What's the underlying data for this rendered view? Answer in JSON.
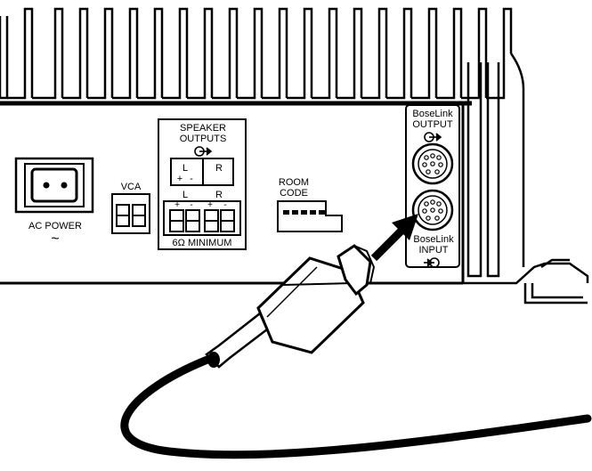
{
  "labels": {
    "speaker_outputs_line1": "SPEAKER",
    "speaker_outputs_line2": "OUTPUTS",
    "left": "L",
    "right": "R",
    "plus": "+",
    "minus": "-",
    "minimum": "6Ω MINIMUM",
    "vca": "VCA",
    "room_code_line1": "ROOM",
    "room_code_line2": "CODE",
    "ac_power": "AC POWER",
    "ac_symbol": "~",
    "boselink_output_line1": "BoseLink",
    "boselink_output_line2": "OUTPUT",
    "boselink_input_line1": "BoseLink",
    "boselink_input_line2": "INPUT"
  },
  "icons": {
    "output_arrow": "circle-arrow-out-icon",
    "input_arrow": "circle-arrow-in-icon"
  },
  "colors": {
    "ink": "#000000",
    "paper": "#ffffff"
  }
}
